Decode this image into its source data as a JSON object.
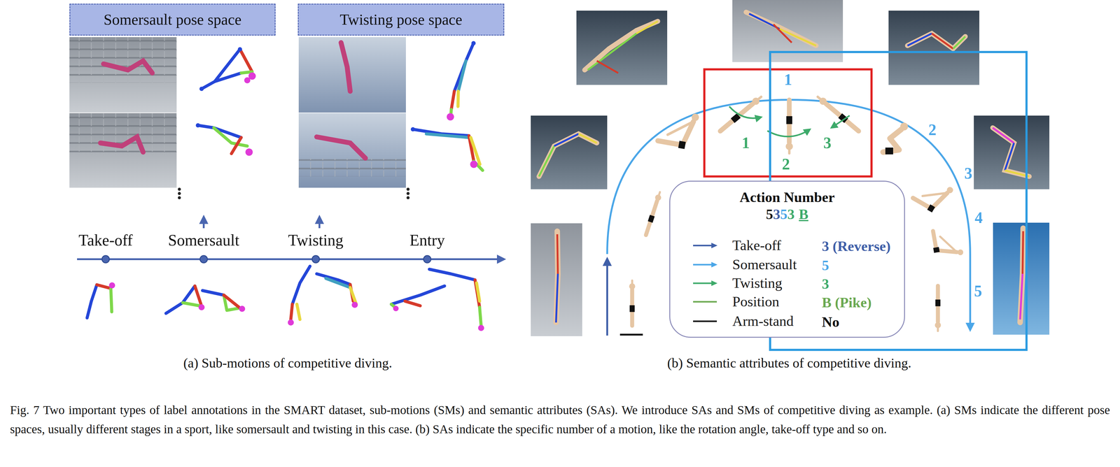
{
  "diagram": {
    "caption": "Fig. 7 Two important types of label annotations in the SMART dataset, sub-motions (SMs) and semantic attributes (SAs). We introduce SAs and SMs of competitive diving as example. (a) SMs indicate the different pose spaces, usually different stages in a sport, like somersault and twisting in this case. (b) SAs indicate the specific number of a motion, like the rotation angle, take-off type and so on.",
    "nodes": [
      {
        "text": [
          "Somersault pose space"
        ]
      },
      {
        "text": [
          "Twisting pose space"
        ]
      },
      {
        "text": [
          "Action Number",
          "5",
          "3",
          "5",
          "3",
          "B",
          "3 (Reverse)",
          "5",
          "3",
          "B (Pike)",
          "No"
        ]
      }
    ],
    "labels": [
      "Take-off",
      "Somersault",
      "Twisting",
      "Entry",
      "(a) Sub-motions of competitive diving.",
      "1",
      "2",
      "3",
      "4",
      "5",
      "1",
      "2",
      "3",
      "(b) Semantic attributes of competitive diving."
    ],
    "legend": [
      {
        "text": "Take-off"
      },
      {
        "text": "Somersault"
      },
      {
        "text": "Twisting"
      },
      {
        "text": "Position"
      },
      {
        "text": "Arm-stand"
      }
    ]
  }
}
